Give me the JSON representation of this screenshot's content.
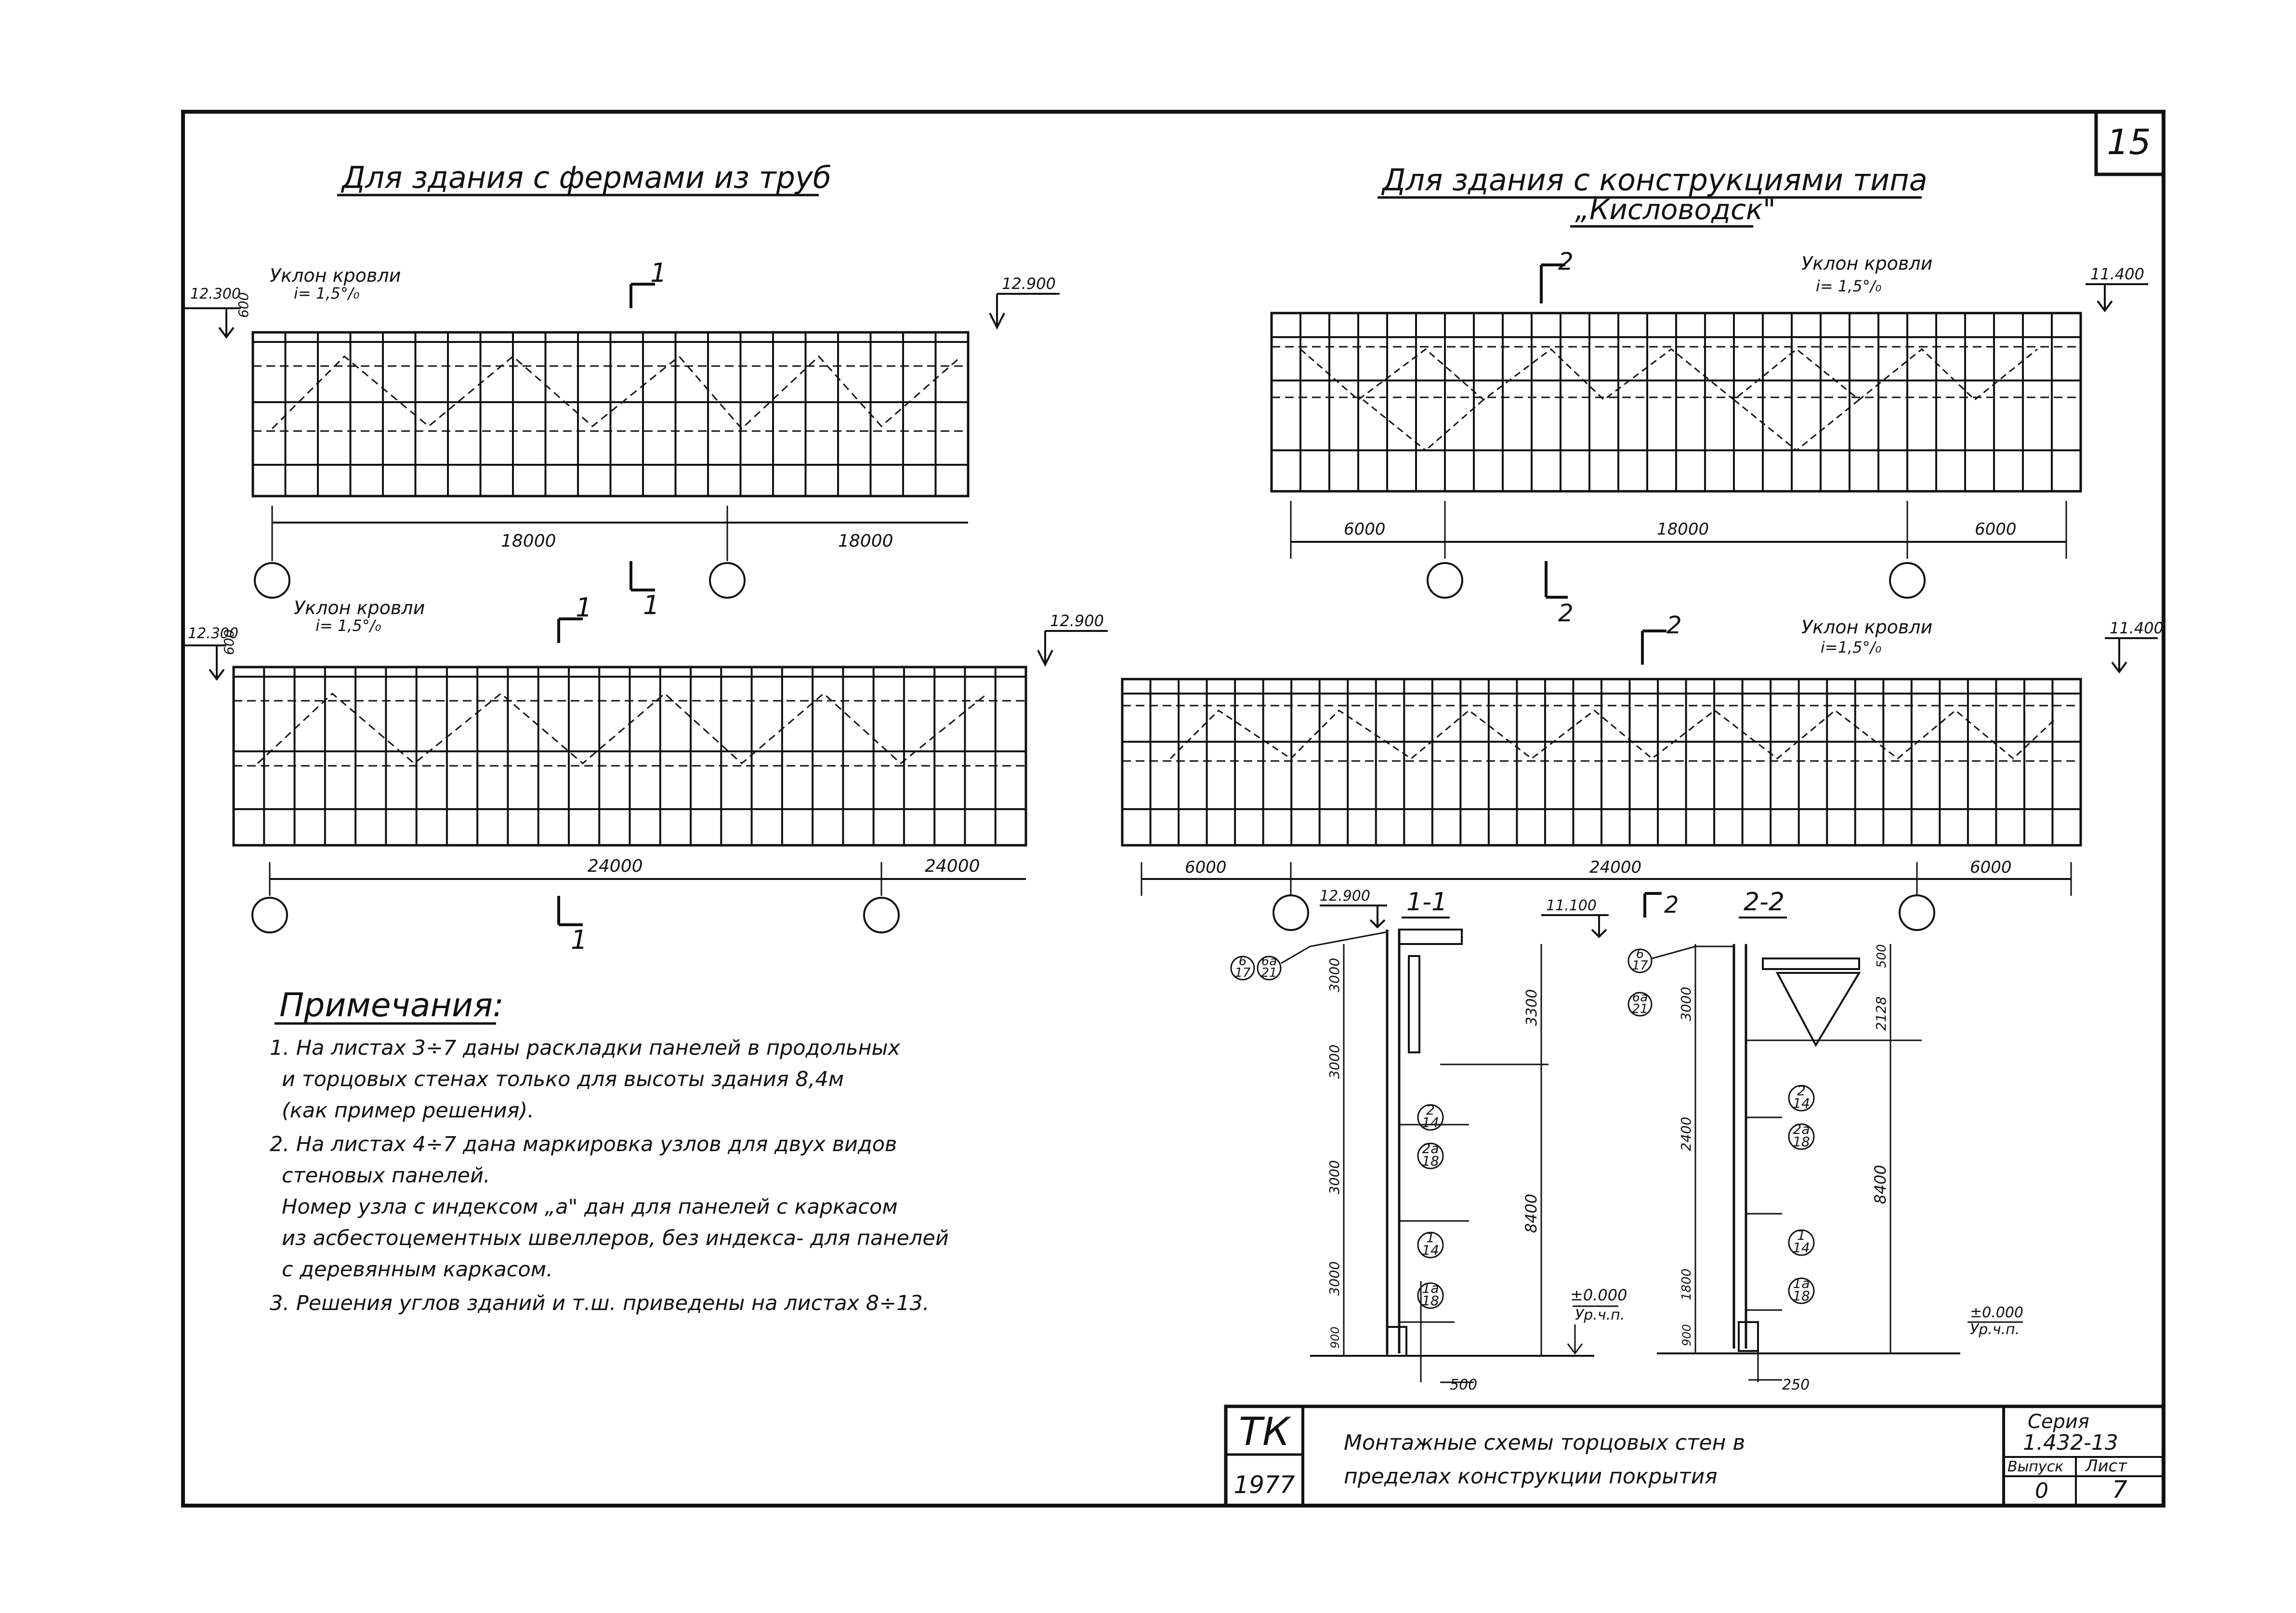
{
  "sheet_number": "15",
  "left": {
    "title": "Для здания с фермами из труб",
    "top": {
      "slope_label": "Уклон кровли",
      "slope_value": "i= 1,5°/₀",
      "mark_left": "12.300",
      "mark_right": "12.900",
      "dim_small": "600",
      "section_top": "1",
      "section_bottom": "1",
      "spans": [
        "18000",
        "18000"
      ]
    },
    "bottom": {
      "slope_label": "Уклон кровли",
      "slope_value": "i= 1,5°/₀",
      "mark_left": "12.300",
      "mark_right": "12.900",
      "dim_small": "600",
      "section_top": "1",
      "section_bottom": "1",
      "spans": [
        "24000",
        "24000"
      ]
    }
  },
  "right": {
    "title_line1": "Для здания с конструкциями типа",
    "title_line2": "„Кисловодск\"",
    "top": {
      "slope_label": "Уклон кровли",
      "slope_value": "i= 1,5°/₀",
      "mark_right": "11.400",
      "section_top": "2",
      "section_bottom": "2",
      "spans": [
        "6000",
        "18000",
        "6000"
      ]
    },
    "bottom": {
      "slope_label": "Уклон кровли",
      "slope_value": "i=1,5°/₀",
      "mark_right": "11.400",
      "section_top": "2",
      "spans": [
        "6000",
        "24000",
        "6000"
      ]
    }
  },
  "notes": {
    "title": "Примечания:",
    "lines": [
      "1. На листах 3÷7 даны раскладки панелей в продольных",
      "и торцовых стенах только для высоты здания 8,4м",
      "(как пример решения).",
      "2. На листах 4÷7 дана маркировка узлов для двух видов",
      "стеновых панелей.",
      "Номер узла с индексом „а\" дан для панелей с каркасом",
      "из асбестоцементных швеллеров, без индекса- для панелей",
      "с деревянным каркасом.",
      "3. Решения углов зданий и т.ш. приведены на листах 8÷13."
    ]
  },
  "section11": {
    "title": "1-1",
    "top_mark": "12.900",
    "heights_left": [
      "3000",
      "3000",
      "3000",
      "3000",
      "900"
    ],
    "heights_right": [
      "3300",
      "8400"
    ],
    "floor_mark": "±0.000",
    "floor_label": "Ур.ч.п.",
    "bottom_dim": "500",
    "nodes": [
      {
        "top": "6",
        "bot": "17"
      },
      {
        "top": "6а",
        "bot": "21"
      },
      {
        "top": "2",
        "bot": "14"
      },
      {
        "top": "2а",
        "bot": "18"
      },
      {
        "top": "1",
        "bot": "14"
      },
      {
        "top": "1а",
        "bot": "18"
      }
    ]
  },
  "section22": {
    "title": "2-2",
    "top_mark": "11.100",
    "cut_mark": "2",
    "heights_left": [
      "3000",
      "2400",
      "1800",
      "900"
    ],
    "heights_right": [
      "500",
      "2128",
      "8400"
    ],
    "floor_mark": "±0.000",
    "floor_label": "Ур.ч.п.",
    "bottom_dim": "250",
    "nodes": [
      {
        "top": "6",
        "bot": "17"
      },
      {
        "top": "6а",
        "bot": "21"
      },
      {
        "top": "2",
        "bot": "14"
      },
      {
        "top": "2а",
        "bot": "18"
      },
      {
        "top": "1",
        "bot": "14"
      },
      {
        "top": "1а",
        "bot": "18"
      }
    ]
  },
  "stamp": {
    "org": "ТК",
    "year": "1977",
    "title_line1": "Монтажные схемы торцовых стен в",
    "title_line2": "пределах конструкции покрытия",
    "series_label": "Серия",
    "series_value": "1.432-13",
    "issue_label": "Выпуск",
    "issue_value": "0",
    "sheet_label": "Лист",
    "sheet_value": "7"
  }
}
